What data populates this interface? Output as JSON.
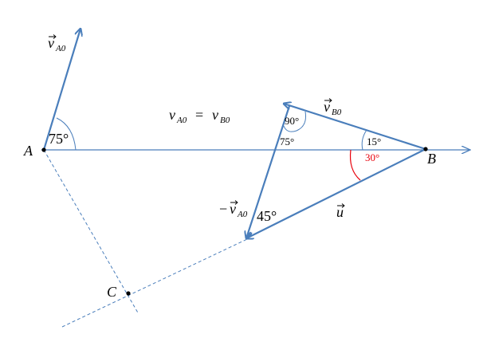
{
  "colors": {
    "vector": "#4a7ebb",
    "text": "#000000",
    "accent": "#e8000b",
    "point": "#000000",
    "background": "#ffffff"
  },
  "points": {
    "A": "A",
    "B": "B",
    "C": "C"
  },
  "vectors": {
    "vA0": {
      "symbol": "v",
      "subscript": "A0"
    },
    "vB0": {
      "symbol": "v",
      "subscript": "B0"
    },
    "minus_vA0": {
      "sign": "−",
      "symbol": "v",
      "subscript": "A0"
    },
    "u": {
      "symbol": "u"
    }
  },
  "equation": {
    "lhs_symbol": "v",
    "lhs_subscript": "A0",
    "equals": "=",
    "rhs_symbol": "v",
    "rhs_subscript": "B0"
  },
  "angles": {
    "at_A": "75°",
    "top_vertex": "90°",
    "top_vertex_axis": "75°",
    "at_B_upper": "15°",
    "at_B_lower": "30°",
    "bottom_vertex": "45°"
  }
}
